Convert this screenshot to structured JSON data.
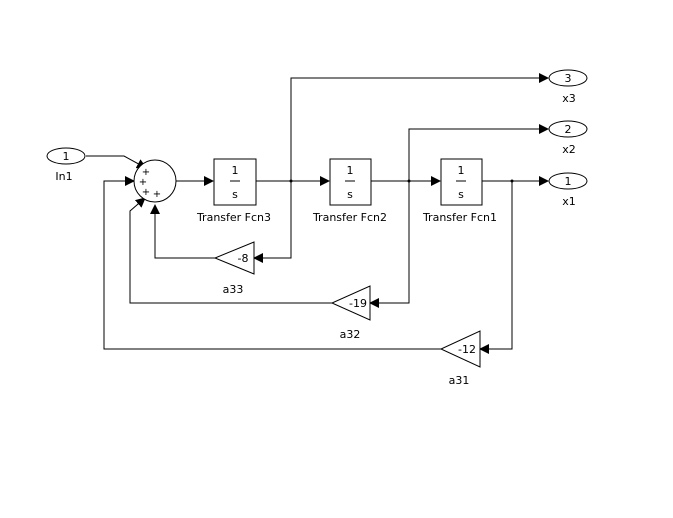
{
  "inports": [
    {
      "number": "1",
      "label": "In1"
    }
  ],
  "outports": [
    {
      "number": "3",
      "label": "x3"
    },
    {
      "number": "2",
      "label": "x2"
    },
    {
      "number": "1",
      "label": "x1"
    }
  ],
  "sum": {
    "signs": [
      "+",
      "+",
      "+",
      "+"
    ]
  },
  "transfer_fcns": [
    {
      "numerator": "1",
      "denominator": "s",
      "label": "Transfer Fcn3"
    },
    {
      "numerator": "1",
      "denominator": "s",
      "label": "Transfer Fcn2"
    },
    {
      "numerator": "1",
      "denominator": "s",
      "label": "Transfer Fcn1"
    }
  ],
  "gains": [
    {
      "value": "-8",
      "label": "a33"
    },
    {
      "value": "-19",
      "label": "a32"
    },
    {
      "value": "-12",
      "label": "a31"
    }
  ]
}
